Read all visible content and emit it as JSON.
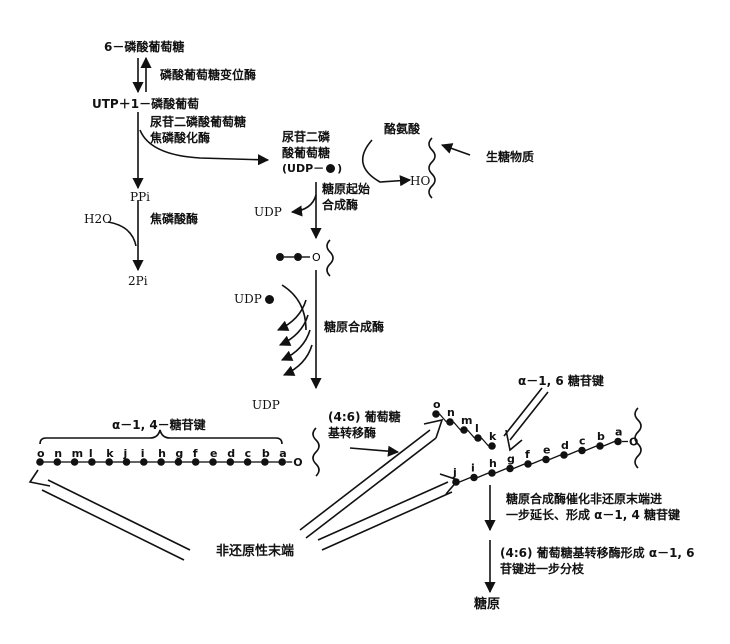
{
  "labels": {
    "g6p": "6－磷酸葡萄糖",
    "pgm": "磷酸葡萄糖变位酶",
    "utp_g1p": "UTP＋1－磷酸葡萄",
    "udpgp_1": "尿苷二磷酸葡萄糖",
    "udpgp_2": "焦磷酸化酶",
    "udpg_1": "尿苷二磷",
    "udpg_2": "酸葡萄糖",
    "udpg_3": "(UDP－",
    "udpg_3b": ")",
    "tyr": "酪氨酸",
    "glycogenin": "生糖物质",
    "ho": "HO",
    "ppi": "PPi",
    "h2o": "H2O",
    "ppase": "焦磷酸酶",
    "two_pi": "2Pi",
    "udp_a": "UDP",
    "gs_init_1": "糖原起始",
    "gs_init_2": "合成酶",
    "udp_b": "UDP",
    "gs": "糖原合成酶",
    "udp_c": "UDP",
    "branch_enz_1": "(4:6) 葡萄糖",
    "branch_enz_2": "基转移酶",
    "a16_bond": "α－1, 6 糖苷键",
    "a14_bond": "α－1, 4－糖苷键",
    "nonreducing": "非还原性末端",
    "step1_1": "糖原合成酶催化非还原末端进",
    "step1_2": "一步延长、形成 α－1, 4 糖苷键",
    "step2_1": "(4:6) 葡萄糖基转移酶形成 α－1, 6",
    "step2_2": "苷键进一步分枝",
    "glycogen": "糖原"
  },
  "chains": {
    "linear": [
      "o",
      "n",
      "m",
      "l",
      "k",
      "j",
      "i",
      "h",
      "g",
      "f",
      "e",
      "d",
      "c",
      "b",
      "a"
    ],
    "branch": [
      "o",
      "n",
      "m",
      "l",
      "k"
    ],
    "main": [
      "j",
      "i",
      "h",
      "g",
      "f",
      "e",
      "d",
      "c",
      "b",
      "a"
    ],
    "o_label": "O"
  },
  "colors": {
    "ink": "#111111",
    "paper": "#ffffff"
  }
}
